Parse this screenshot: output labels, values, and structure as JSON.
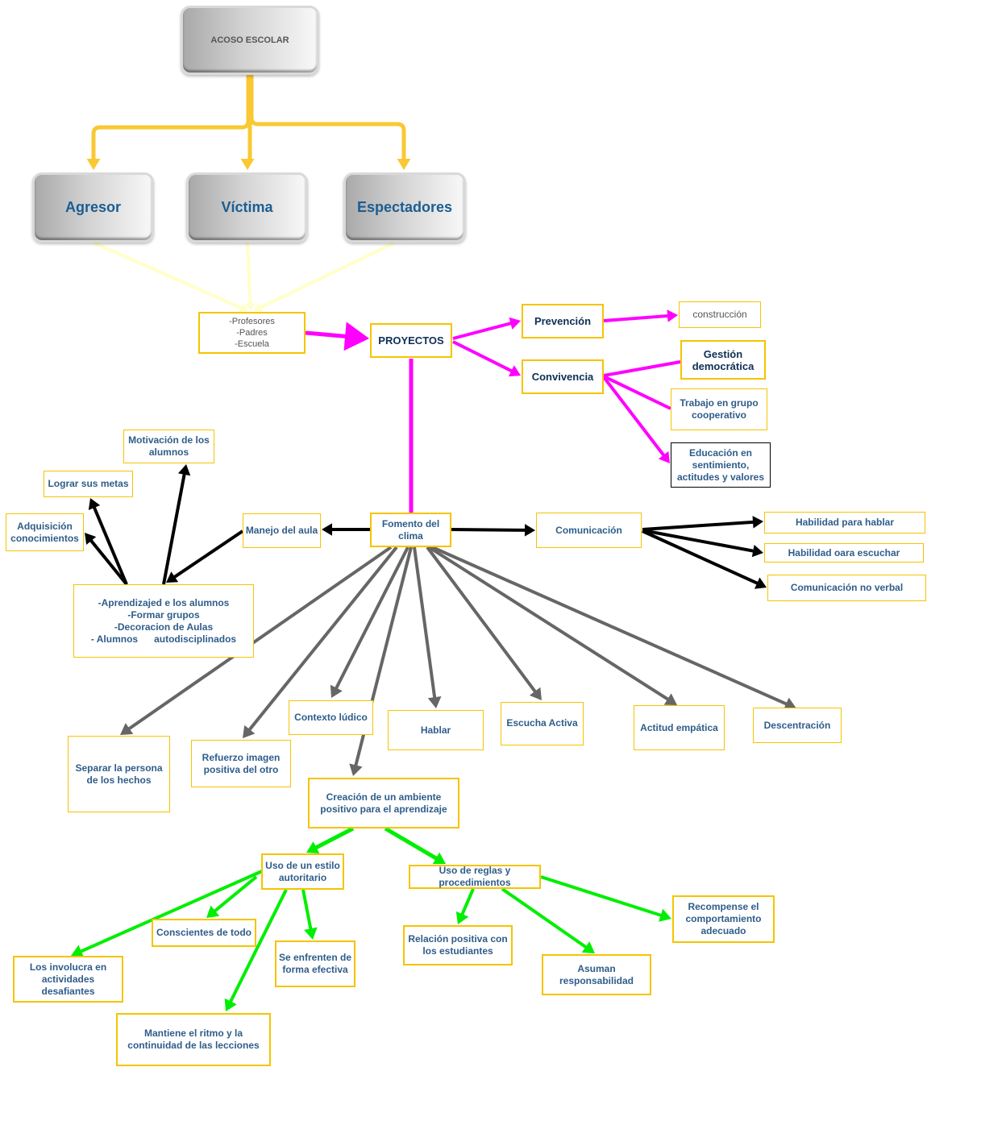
{
  "colors": {
    "yellow_connector": "#f9c832",
    "pale_yellow_connector": "#ffffc8",
    "magenta_arrow": "#ff00ff",
    "black_arrow": "#000000",
    "gray_arrow": "#666666",
    "green_arrow": "#00ee00",
    "node_border": "#f5c400",
    "text_blue": "#2f5d8a"
  },
  "root": {
    "label": "ACOSO ESCOLAR"
  },
  "actors": [
    {
      "label": "Agresor"
    },
    {
      "label": "Víctima"
    },
    {
      "label": "Espectadores"
    }
  ],
  "stakeholders": {
    "lines": [
      "-Profesores",
      "-Padres",
      "-Escuela"
    ]
  },
  "proyectos": {
    "label": "PROYECTOS"
  },
  "prevencion": {
    "label": "Prevención"
  },
  "construccion": {
    "label": "construcción"
  },
  "convivencia": {
    "label": "Convivencia"
  },
  "convivencia_children": [
    {
      "label": "Gestión democrática"
    },
    {
      "label": "Trabajo en grupo cooperativo"
    },
    {
      "label": "Educación en sentimiento, actitudes y valores"
    }
  ],
  "fomento": {
    "label": "Fomento del clima"
  },
  "manejo_aula": {
    "label": "Manejo del aula"
  },
  "aula_list": {
    "lines": [
      "-Aprendizajed e los alumnos",
      "-Formar grupos",
      "-Decoracion de Aulas",
      "- Alumnos      autodisciplinados"
    ]
  },
  "aula_outcomes": [
    {
      "label": "Motivación de los alumnos"
    },
    {
      "label": "Lograr sus metas"
    },
    {
      "label": "Adquisición conocimientos"
    }
  ],
  "comunicacion": {
    "label": "Comunicación"
  },
  "comunicacion_children": [
    {
      "label": "Habilidad para hablar"
    },
    {
      "label": "Habilidad oara escuchar"
    },
    {
      "label": "Comunicación no verbal"
    }
  ],
  "clima_children": [
    {
      "label": "Separar la persona de los hechos"
    },
    {
      "label": "Refuerzo imagen positiva del otro"
    },
    {
      "label": "Contexto lúdico"
    },
    {
      "label": "Hablar"
    },
    {
      "label": "Escucha Activa"
    },
    {
      "label": "Actitud empática"
    },
    {
      "label": "Descentración"
    }
  ],
  "ambiente": {
    "label": "Creación de un ambiente positivo para el aprendizaje"
  },
  "autoritario": {
    "label": "Uso de un estilo autoritario"
  },
  "autoritario_children": [
    {
      "label": "Conscientes de todo"
    },
    {
      "label": "Los involucra en actividades desafiantes"
    },
    {
      "label": "Se enfrenten de forma efectiva"
    },
    {
      "label": "Mantiene el ritmo y la continuidad de las lecciones"
    }
  ],
  "reglas": {
    "label": "Uso de reglas y procedimientos"
  },
  "reglas_children": [
    {
      "label": "Relación positiva con los estudiantes"
    },
    {
      "label": "Asuman responsabilidad"
    },
    {
      "label": "Recompense el comportamiento adecuado"
    }
  ]
}
